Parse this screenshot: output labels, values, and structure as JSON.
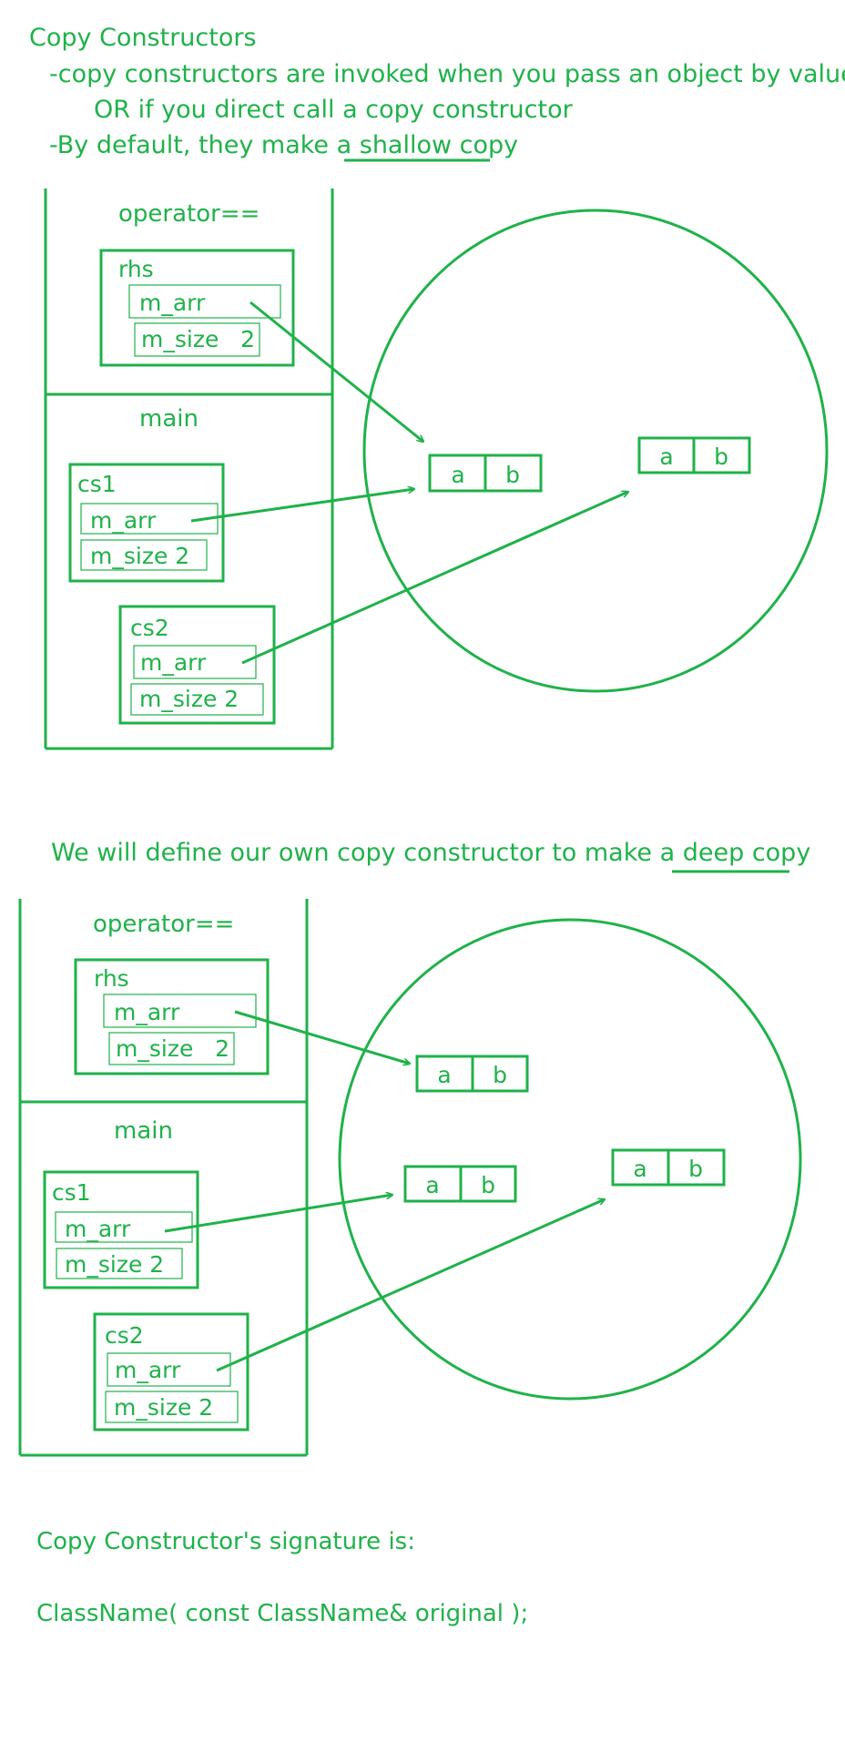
{
  "colors": {
    "ink": "#1fb24a",
    "background": "#ffffff"
  },
  "header": {
    "title": "Copy Constructors",
    "bullet1_line1": "-copy constructors are invoked when you pass an object by value",
    "bullet1_line2": "OR if you direct call a copy constructor",
    "bullet2_prefix": "-By default, they make a ",
    "bullet2_underlined": "shallow copy"
  },
  "shallow_diagram": {
    "frame_top_label": "operator==",
    "frame_bottom_label": "main",
    "rhs": {
      "name": "rhs",
      "field_arr": "m_arr",
      "field_size": "m_size   2"
    },
    "cs1": {
      "name": "cs1",
      "field_arr": "m_arr",
      "field_size": "m_size 2"
    },
    "cs2": {
      "name": "cs2",
      "field_arr": "m_arr",
      "field_size": "m_size 2"
    },
    "heap_array_1": {
      "cell_a": "a",
      "cell_b": "b"
    },
    "heap_array_2": {
      "cell_a": "a",
      "cell_b": "b"
    }
  },
  "deep_caption": {
    "prefix": "We will define our own copy constructor to make a ",
    "underlined": "deep copy"
  },
  "deep_diagram": {
    "frame_top_label": "operator==",
    "frame_bottom_label": "main",
    "rhs": {
      "name": "rhs",
      "field_arr": "m_arr",
      "field_size": "m_size   2"
    },
    "cs1": {
      "name": "cs1",
      "field_arr": "m_arr",
      "field_size": "m_size 2"
    },
    "cs2": {
      "name": "cs2",
      "field_arr": "m_arr",
      "field_size": "m_size 2"
    },
    "heap_array_1": {
      "cell_a": "a",
      "cell_b": "b"
    },
    "heap_array_2": {
      "cell_a": "a",
      "cell_b": "b"
    },
    "heap_array_3": {
      "cell_a": "a",
      "cell_b": "b"
    }
  },
  "footer": {
    "signature_intro": "Copy Constructor's signature is:",
    "signature_code": "ClassName( const ClassName& original );"
  }
}
